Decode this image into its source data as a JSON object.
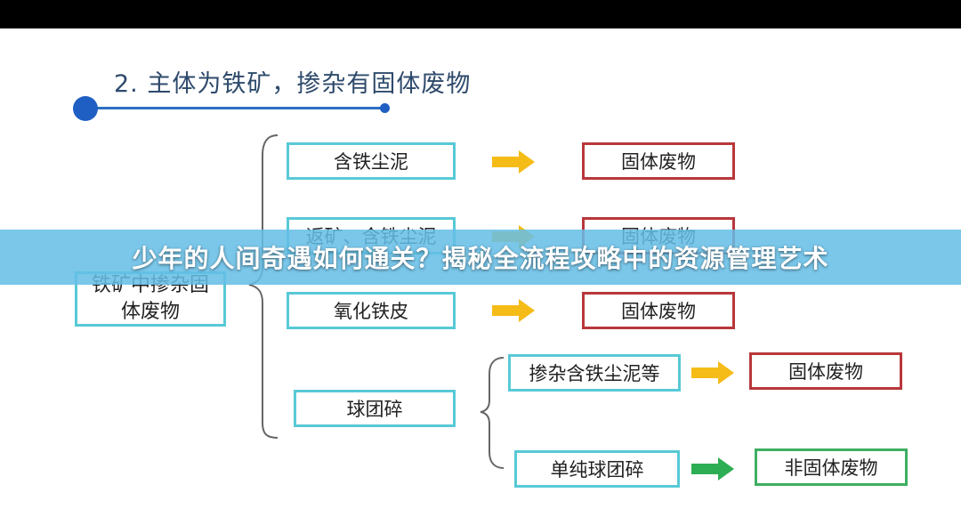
{
  "heading": "2. 主体为铁矿，掺杂有固体废物",
  "root_box": {
    "line1": "铁矿中掺杂固",
    "line2": "体废物"
  },
  "rows": [
    {
      "source": "含铁尘泥",
      "target": "固体废物"
    },
    {
      "source": "返矿、含铁尘泥",
      "target": "固体废物"
    },
    {
      "source": "氧化铁皮",
      "target": "固体废物"
    }
  ],
  "pellet": {
    "label": "球团碎",
    "branches": [
      {
        "source": "掺杂含铁尘泥等",
        "target": "固体废物"
      },
      {
        "source": "单纯球团碎",
        "target": "非固体废物"
      }
    ]
  },
  "banner": {
    "title": "少年的人间奇遇如何通关？揭秘全流程攻略中的资源管理艺术"
  },
  "colors": {
    "source_border": "#58c9d6",
    "waste_border": "#b8373b",
    "nonwaste_border": "#3eae62",
    "arrow_yellow": "#f5bc18",
    "arrow_green": "#2eae54",
    "banner_bg": "#64bee6",
    "timeline_blue": "#1f5fc4"
  }
}
